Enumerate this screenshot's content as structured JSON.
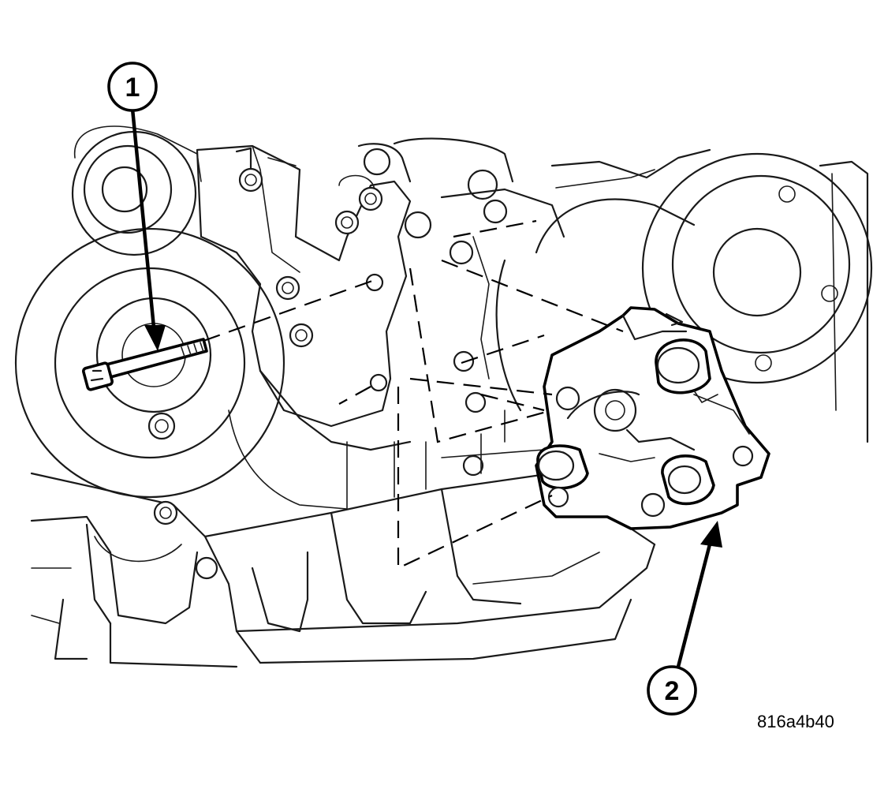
{
  "figure": {
    "callouts": [
      {
        "label": "1"
      },
      {
        "label": "2"
      }
    ],
    "figure_id": "816a4b40"
  }
}
